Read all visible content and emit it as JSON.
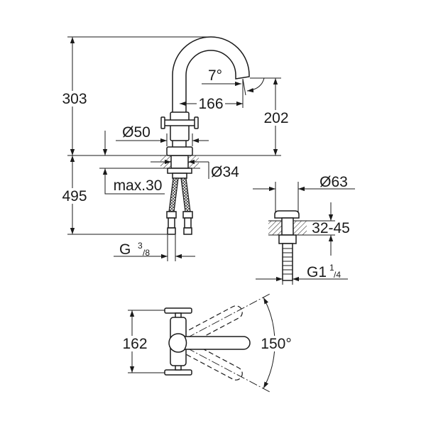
{
  "side_view": {
    "height_above_deck": "303",
    "outlet_angle": "7°",
    "spout_reach": "166",
    "outlet_height": "202",
    "base_diameter": "Ø50",
    "shank_diameter": "Ø34",
    "height_below_deck": "495",
    "max_deck_thickness": "max.30",
    "hose_connection": {
      "main": "G",
      "sup": "3",
      "sub": "/8"
    }
  },
  "pop_up_waste": {
    "cap_diameter": "Ø63",
    "deck_thickness_range": "32-45",
    "thread": {
      "main": "G1",
      "sup": "1",
      "sub": "/4"
    }
  },
  "plan_view": {
    "depth": "162",
    "swivel_range": "150°"
  },
  "colors": {
    "line": "#1a1a1a",
    "background": "#ffffff"
  }
}
